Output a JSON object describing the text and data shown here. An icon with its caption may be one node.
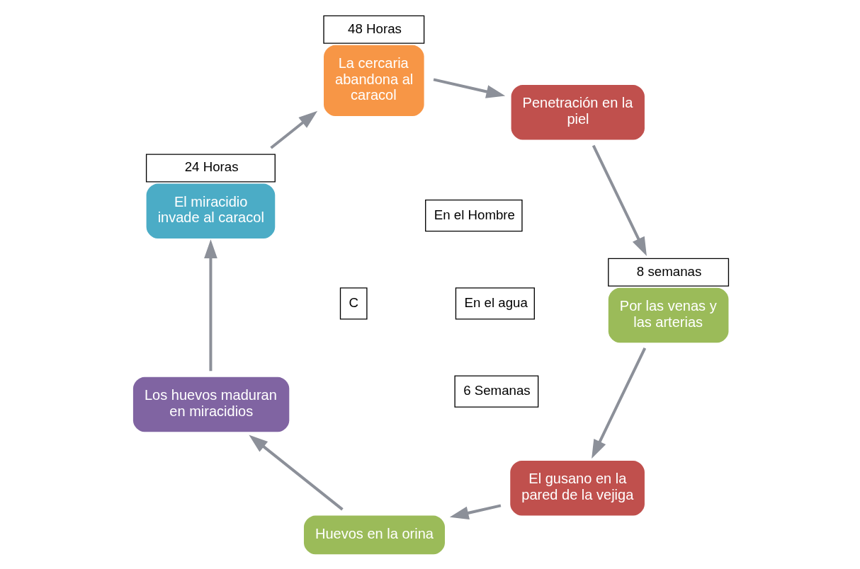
{
  "diagram": {
    "nodes": [
      {
        "text": [
          "El gusano en la pared de la vejiga"
        ]
      },
      {
        "text": [
          "Por las venas y las arterias"
        ],
        "beside": [
          "8 semanas"
        ]
      },
      {
        "text": [
          "Huevos en la orina"
        ]
      },
      {
        "text": [
          "Penetración en la piel"
        ]
      },
      {
        "text": [
          "Los huevos maduran en miracidios"
        ]
      },
      {
        "text": [
          "La cercaria abandona al caracol"
        ],
        "beside": [
          "48 Horas"
        ]
      },
      {
        "text": [
          "El miracidio invade al caracol"
        ],
        "beside": [
          "24 Horas"
        ]
      }
    ],
    "edges": [
      {
        "from": 3,
        "to": 1,
        "arrow": "to"
      },
      {
        "from": 1,
        "to": 0,
        "arrow": "to"
      },
      {
        "from": 0,
        "to": 2,
        "arrow": "to"
      },
      {
        "from": 2,
        "to": 4,
        "arrow": "to"
      },
      {
        "from": 4,
        "to": 6,
        "arrow": "to"
      },
      {
        "from": 6,
        "to": 5,
        "arrow": "to"
      },
      {
        "from": 5,
        "to": 3,
        "arrow": "to"
      }
    ],
    "labels": [
      "En el Hombre",
      "En el agua",
      "6 Semanas",
      "C"
    ]
  }
}
